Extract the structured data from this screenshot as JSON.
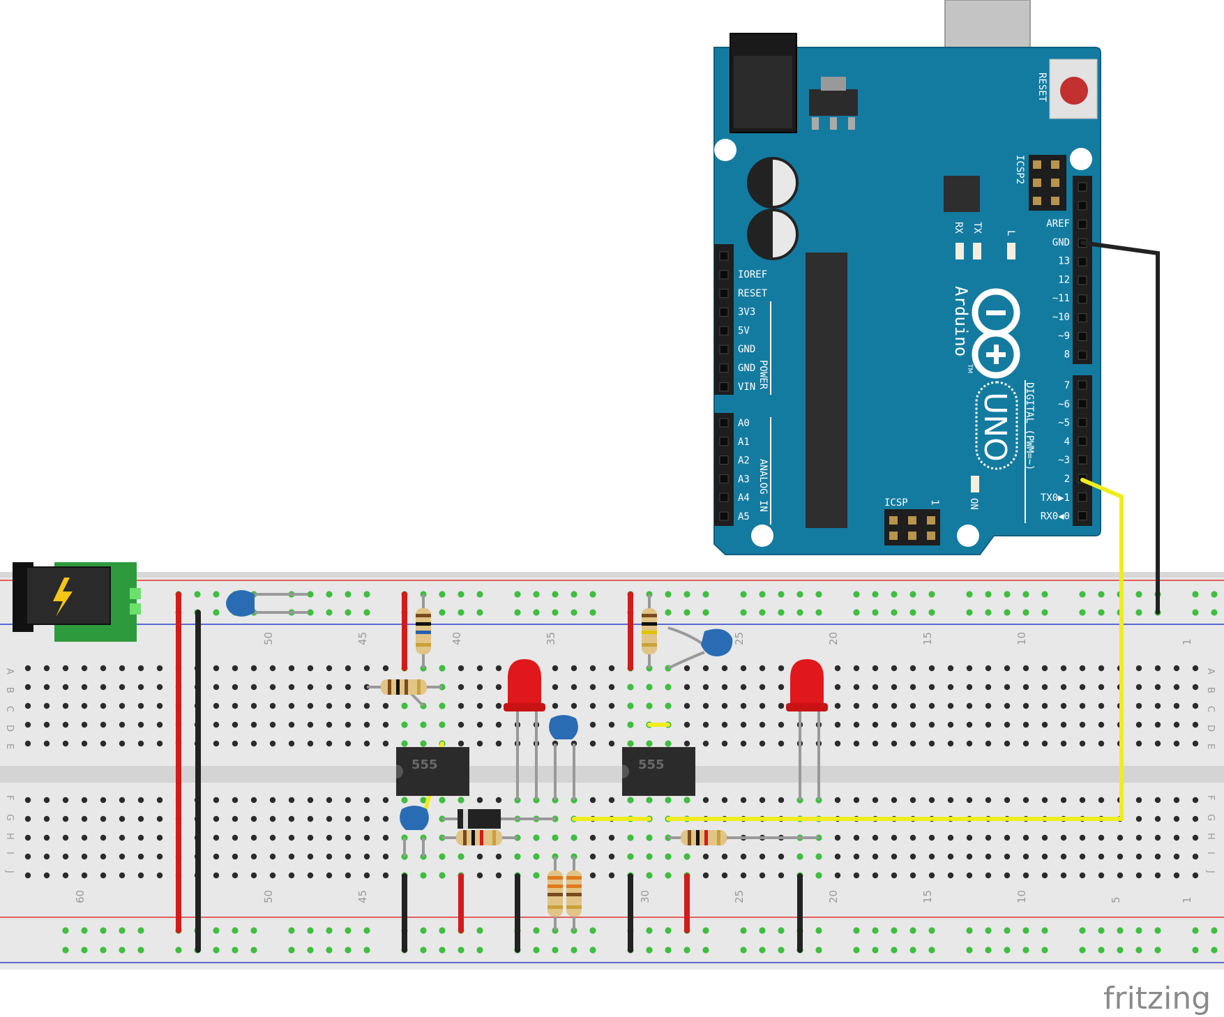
{
  "arduino": {
    "reset_label": "RESET",
    "icsp2_label": "ICSP2",
    "icsp_label": "ICSP",
    "icsp_pin1": "1",
    "rx_label": "RX",
    "tx_label": "TX",
    "l_label": "L",
    "on_label": "ON",
    "arduino_label": "Arduino",
    "tm_label": "TM",
    "uno_label": "UNO",
    "digital_label": "DIGITAL (PWM=~)",
    "power_label": "POWER",
    "analog_label": "ANALOG IN",
    "power_pins": [
      "IOREF",
      "RESET",
      "3V3",
      "5V",
      "GND",
      "GND",
      "VIN"
    ],
    "analog_pins": [
      "A0",
      "A1",
      "A2",
      "A3",
      "A4",
      "A5"
    ],
    "digital_upper": [
      "AREF",
      "GND",
      "13",
      "12",
      "~11",
      "~10",
      "~9",
      "8"
    ],
    "digital_lower": [
      "7",
      "~6",
      "~5",
      "4",
      "~3",
      "2",
      "TX0▶1",
      "RX0◀0"
    ]
  },
  "breadboard": {
    "row_letters": [
      "A",
      "B",
      "C",
      "D",
      "E",
      "F",
      "G",
      "H",
      "I",
      "J"
    ],
    "column_numbers": [
      "60",
      "50",
      "45",
      "40",
      "35",
      "30",
      "25",
      "20",
      "15",
      "10",
      "5",
      "1"
    ]
  },
  "chips": [
    "555",
    "555"
  ],
  "brand": "fritzing",
  "colors": {
    "board": "#147ba0",
    "breadboard": "#e9e9e9",
    "wire_red": "#d21b1b",
    "wire_black": "#222222",
    "wire_yellow": "#f0ec1e",
    "led": "#e0181b",
    "capacitor": "#2a6cb3",
    "hole_green": "#3fbe3f"
  }
}
